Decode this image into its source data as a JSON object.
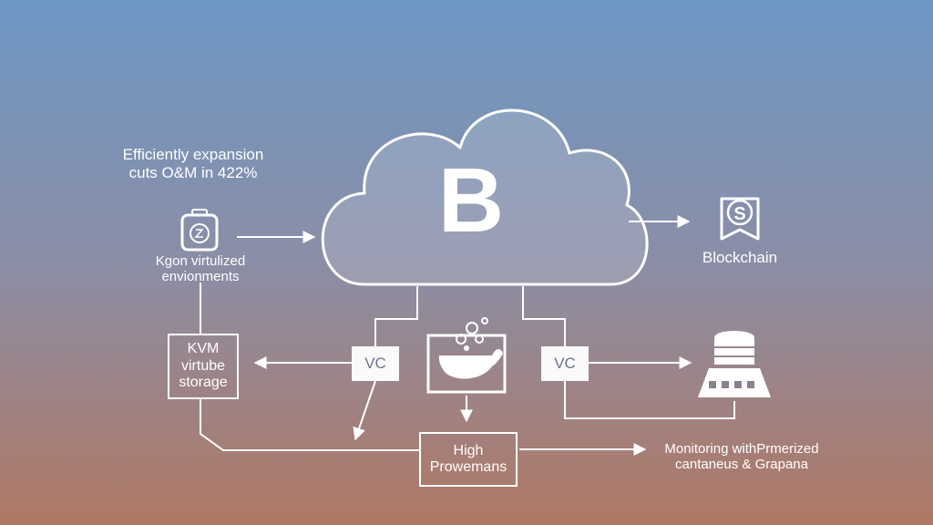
{
  "colors": {
    "background_top": "#6c97c4",
    "background_bottom": "#b07864",
    "stroke": "#ffffff"
  },
  "headline": {
    "line1": "Efficiently expansion",
    "line2": "cuts O&M in 422%"
  },
  "left_node": {
    "icon": "camera-badge-icon",
    "line1": "Kgon virtulized",
    "line2": "envionments"
  },
  "cloud": {
    "icon": "bitcoin-icon",
    "symbol": "B"
  },
  "blockchain": {
    "icon": "blockchain-coin-icon",
    "label": "Blockchain"
  },
  "kvm_box": {
    "line1": "KVM",
    "line2": "virtube",
    "line3": "storage"
  },
  "vc_left": {
    "label": "VC"
  },
  "vc_right": {
    "label": "VC"
  },
  "docker": {
    "icon": "docker-whale-icon"
  },
  "server": {
    "icon": "database-server-icon"
  },
  "high_box": {
    "line1": "High",
    "line2": "Prowemans"
  },
  "monitoring": {
    "line1": "Monitoring withPrmerized",
    "line2": "cantaneus & Grapana"
  }
}
